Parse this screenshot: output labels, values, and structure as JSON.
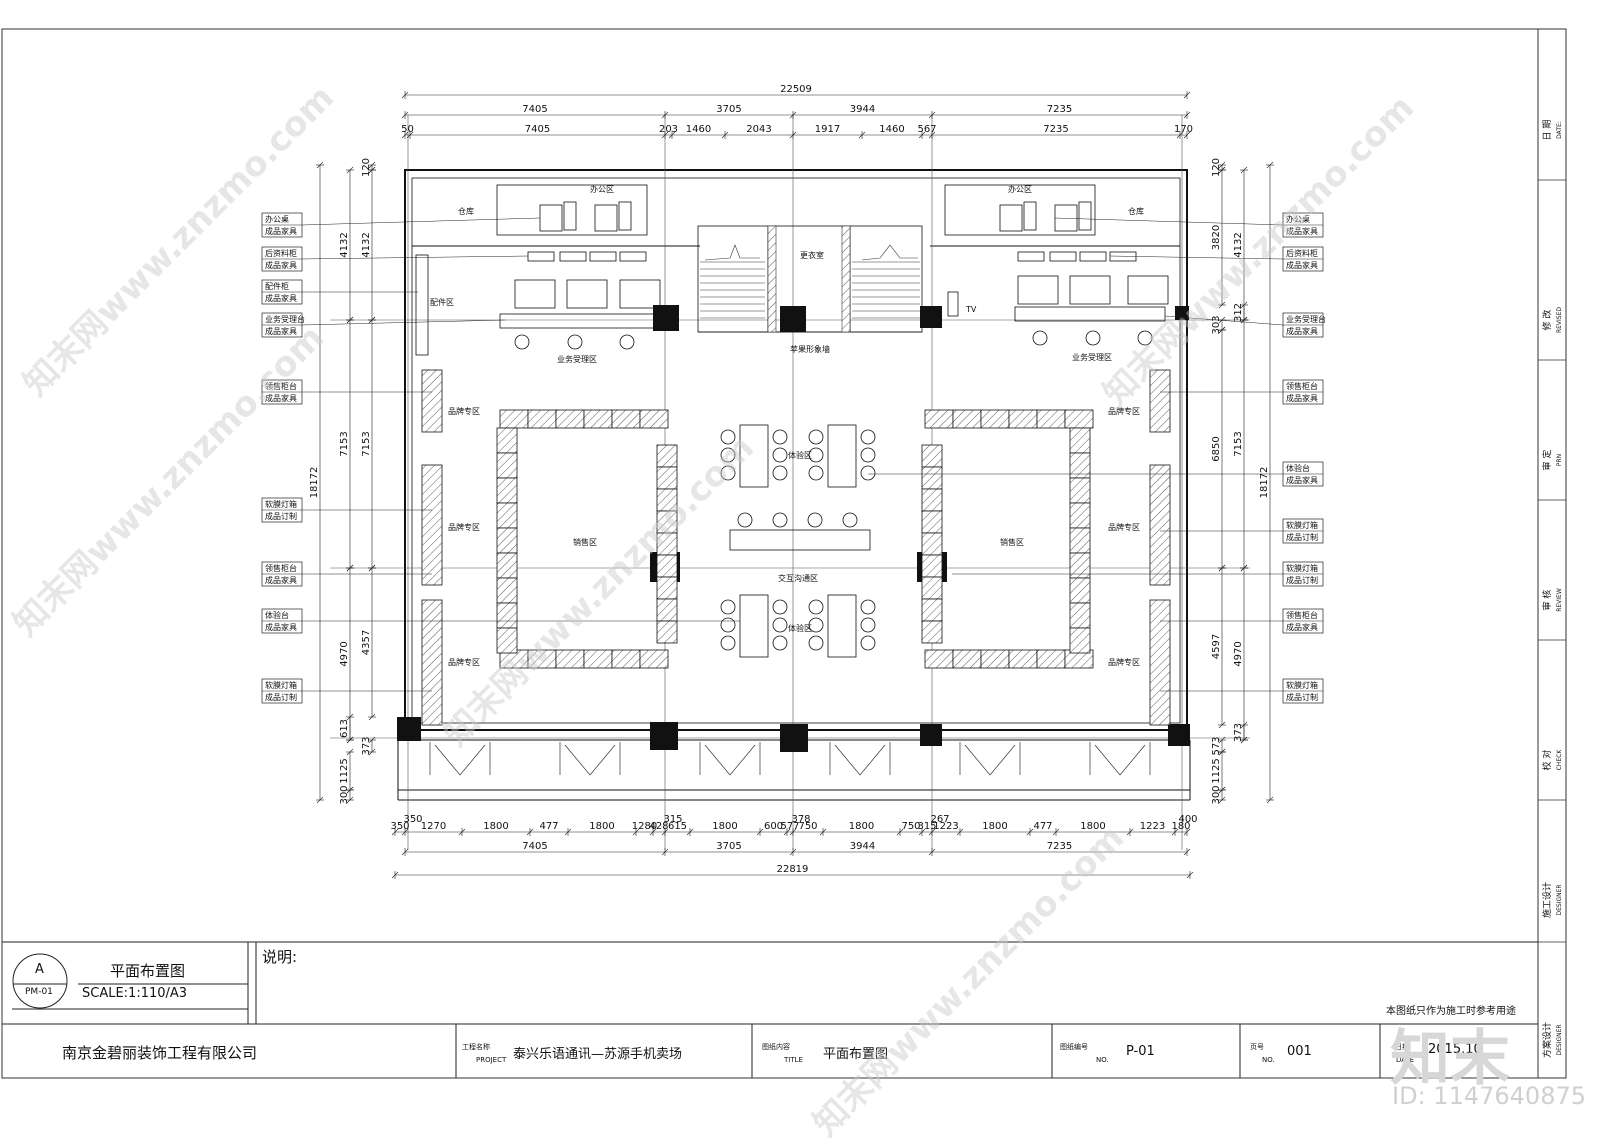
{
  "plan": {
    "dims_top_total": "22509",
    "dims_top_row1": [
      "7405",
      "3705",
      "3944",
      "7235"
    ],
    "dims_top_row2": [
      "50",
      "7405",
      "203",
      "1460",
      "2043",
      "1917",
      "1460",
      "567",
      "7235",
      "170"
    ],
    "dims_bottom_row1": [
      "350",
      "1270",
      "1800",
      "477",
      "1800",
      "1280",
      "428",
      "615",
      "1800",
      "600",
      "577",
      "750",
      "1800",
      "750",
      "315",
      "1223",
      "1800",
      "477",
      "1800",
      "1223",
      "180"
    ],
    "dims_bottom_extra": [
      "350",
      "315",
      "378",
      "267",
      "400"
    ],
    "dims_bottom_row2": [
      "7405",
      "3705",
      "3944",
      "7235"
    ],
    "dims_bottom_total": "22819",
    "dims_left": [
      "120",
      "4132",
      "4132",
      "7153",
      "7153",
      "18172",
      "4970",
      "4357",
      "613",
      "373",
      "1125",
      "300"
    ],
    "dims_right": [
      "120",
      "3820",
      "4132",
      "312",
      "303",
      "6850",
      "7153",
      "18172",
      "4597",
      "4970",
      "373",
      "573",
      "1125",
      "300"
    ],
    "rooms": {
      "office": "办公区",
      "storage": "仓库",
      "changing": "更衣室",
      "parts": "配件区",
      "tv": "TV",
      "service": "业务受理区",
      "image_wall": "苹果形象墙",
      "brand": "品牌专区",
      "sales": "销售区",
      "experience": "体验区",
      "interaction": "交互沟通区"
    },
    "left_labels": [
      [
        "办公桌",
        "成品家具"
      ],
      [
        "后资料柜",
        "成品家具"
      ],
      [
        "配件柜",
        "成品家具"
      ],
      [
        "业务受理台",
        "成品家具"
      ],
      [
        "领售柜台",
        "成品家具"
      ],
      [
        "软膜灯箱",
        "成品订制"
      ],
      [
        "领售柜台",
        "成品家具"
      ],
      [
        "体验台",
        "成品家具"
      ],
      [
        "软膜灯箱",
        "成品订制"
      ]
    ],
    "right_labels": [
      [
        "办公桌",
        "成品家具"
      ],
      [
        "后资料柜",
        "成品家具"
      ],
      [
        "业务受理台",
        "成品家具"
      ],
      [
        "领售柜台",
        "成品家具"
      ],
      [
        "体验台",
        "成品家具"
      ],
      [
        "软膜灯箱",
        "成品订制"
      ],
      [
        "软膜灯箱",
        "成品订制"
      ],
      [
        "领售柜台",
        "成品家具"
      ],
      [
        "软膜灯箱",
        "成品订制"
      ]
    ],
    "side_labels": [
      "日 期",
      "DATE:",
      "修 改",
      "REVISED",
      "审 定",
      "PRN",
      "审 核",
      "REVIEW",
      "校 对",
      "CHECK",
      "施工设计",
      "DESIGNER",
      "方案设计",
      "DESIGNER"
    ]
  },
  "title_block": {
    "circle_letter": "A",
    "circle_code": "PM-01",
    "drawing_title": "平面布置图",
    "scale": "SCALE:1:110/A3",
    "notes_label": "说明:",
    "note_text": "本图纸只作为施工时参考用途",
    "company": "南京金碧丽装饰工程有限公司",
    "project_label_cn": "工程名称",
    "project_label_en": "PROJECT",
    "project_name": "泰兴乐语通讯—苏源手机卖场",
    "content_label_cn": "图纸内容",
    "content_label_en": "TITLE",
    "content_name": "平面布置图",
    "no_label_cn": "图纸编号",
    "no_label_en": "NO.",
    "drawing_no": "P-01",
    "page_label_cn": "页号",
    "page_label_en": "NO.",
    "page_no": "001",
    "date_label_cn": "日期",
    "date_label_en": "DATE",
    "date": "2015.10"
  },
  "watermark": {
    "text": "知末网www.znzmo.com",
    "logo": "知末",
    "id": "ID: 1147640875"
  }
}
